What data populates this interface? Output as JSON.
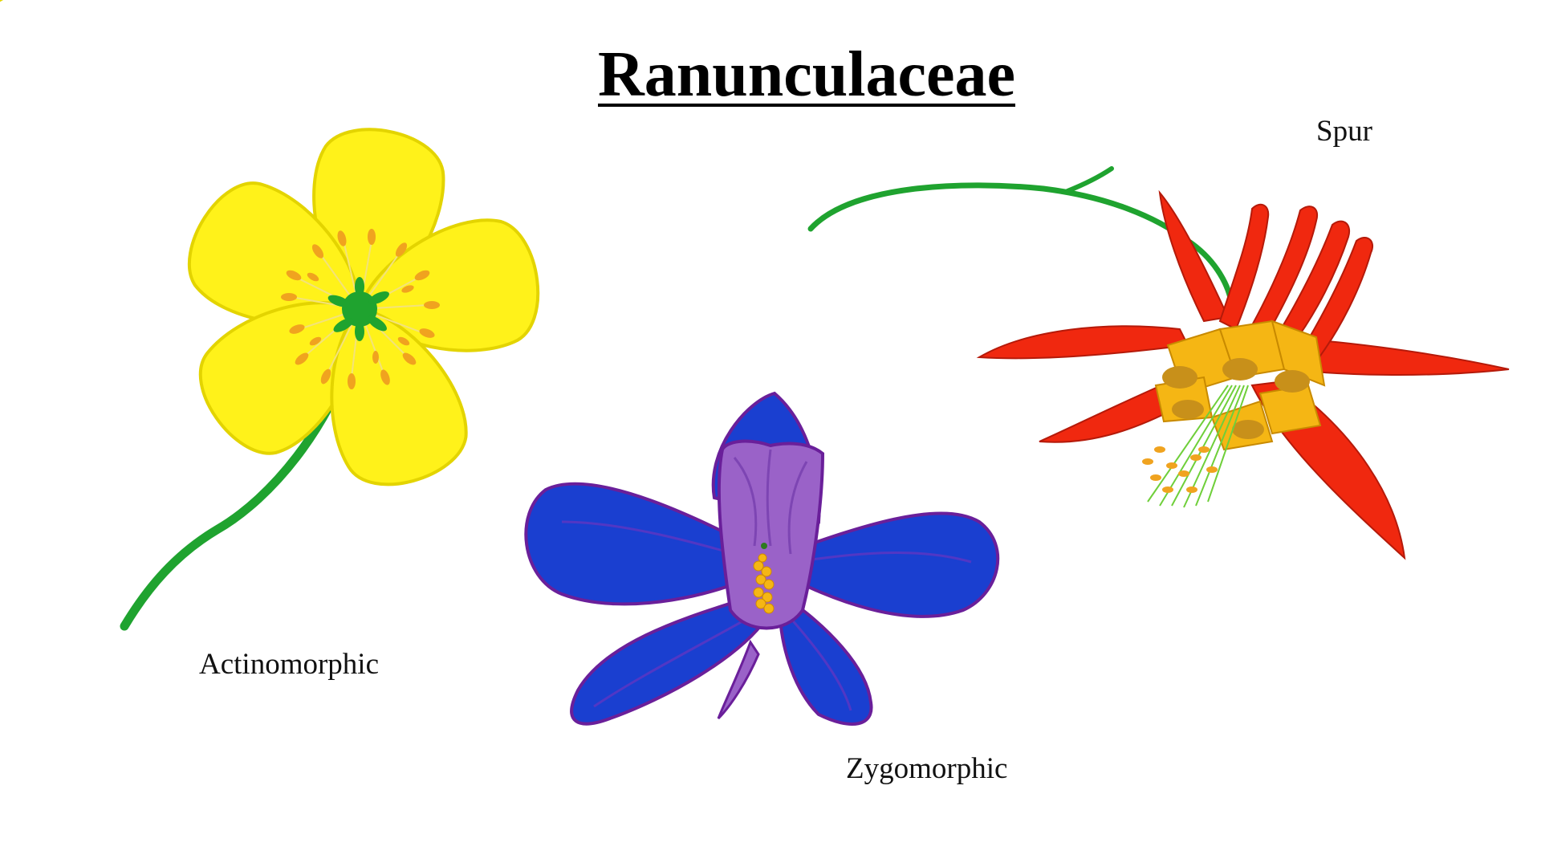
{
  "title": "Ranunculaceae",
  "labels": {
    "actinomorphic": "Actinomorphic",
    "zygomorphic": "Zygomorphic",
    "spur": "Spur"
  },
  "colors": {
    "buttercup_petal": "#fff21a",
    "buttercup_outline": "#e3d400",
    "stem_green": "#1fa32f",
    "stamen_orange": "#f0a31f",
    "larkspur_blue": "#1a3fd0",
    "larkspur_outline": "#6a1f9a",
    "larkspur_center": "#9a62c8",
    "columbine_red": "#f0280f",
    "columbine_yellow": "#f5b614"
  },
  "icons": [
    "buttercup-flower-illustration",
    "larkspur-flower-illustration",
    "columbine-flower-illustration"
  ]
}
